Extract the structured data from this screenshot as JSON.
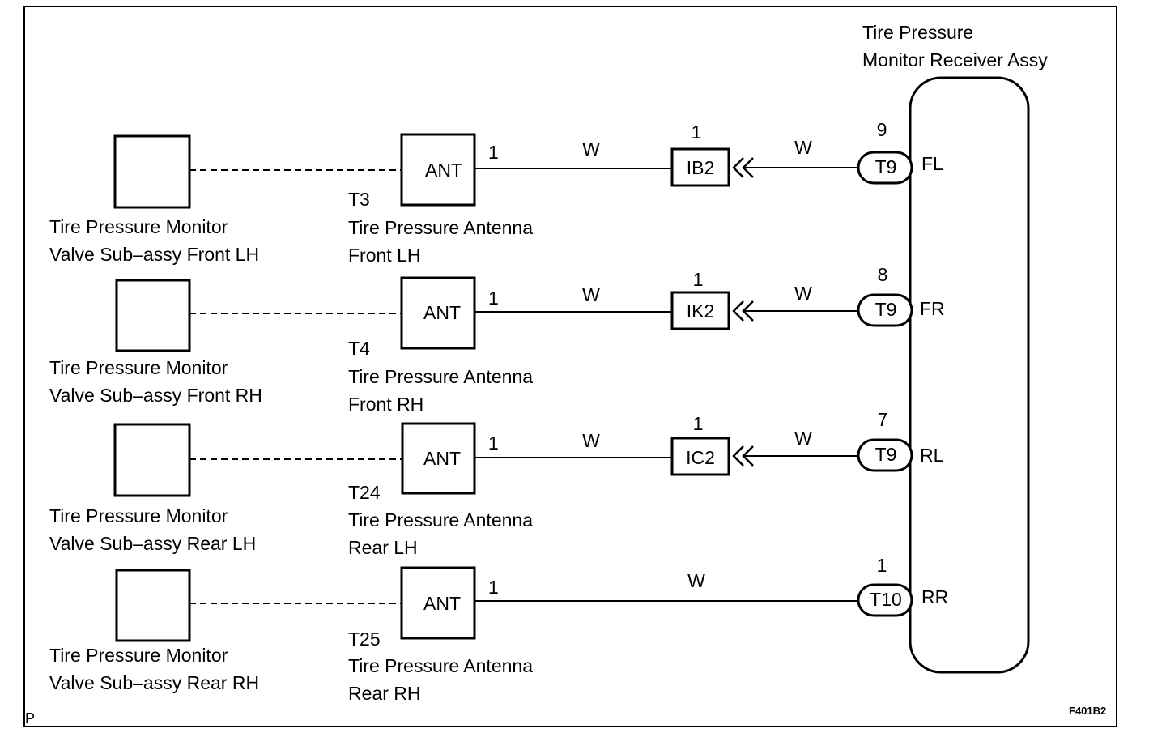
{
  "receiver": {
    "title_line1": "Tire Pressure",
    "title_line2": "Monitor Receiver Assy"
  },
  "channels": [
    {
      "valve_line1": "Tire Pressure Monitor",
      "valve_line2": "Valve Sub–assy Front LH",
      "antenna_code": "T3",
      "antenna_line1": "Tire Pressure Antenna",
      "antenna_line2": "Front LH",
      "antenna_label": "ANT",
      "antenna_pin": "1",
      "wire_color_1": "W",
      "junction": "IB2",
      "junction_pin": "1",
      "wire_color_2": "W",
      "connector": "T9",
      "connector_pin": "9",
      "terminal": "FL"
    },
    {
      "valve_line1": "Tire Pressure Monitor",
      "valve_line2": "Valve Sub–assy Front RH",
      "antenna_code": "T4",
      "antenna_line1": "Tire Pressure Antenna",
      "antenna_line2": "Front RH",
      "antenna_label": "ANT",
      "antenna_pin": "1",
      "wire_color_1": "W",
      "junction": "IK2",
      "junction_pin": "1",
      "wire_color_2": "W",
      "connector": "T9",
      "connector_pin": "8",
      "terminal": "FR"
    },
    {
      "valve_line1": "Tire Pressure Monitor",
      "valve_line2": "Valve Sub–assy Rear LH",
      "antenna_code": "T24",
      "antenna_line1": "Tire Pressure Antenna",
      "antenna_line2": "Rear LH",
      "antenna_label": "ANT",
      "antenna_pin": "1",
      "wire_color_1": "W",
      "junction": "IC2",
      "junction_pin": "1",
      "wire_color_2": "W",
      "connector": "T9",
      "connector_pin": "7",
      "terminal": "RL"
    },
    {
      "valve_line1": "Tire Pressure Monitor",
      "valve_line2": "Valve Sub–assy Rear RH",
      "antenna_code": "T25",
      "antenna_line1": "Tire Pressure Antenna",
      "antenna_line2": "Rear RH",
      "antenna_label": "ANT",
      "antenna_pin": "1",
      "wire_color_1": "W",
      "connector": "T10",
      "connector_pin": "1",
      "terminal": "RR"
    }
  ],
  "corner_letter": "P",
  "figure_code": "F401B2"
}
